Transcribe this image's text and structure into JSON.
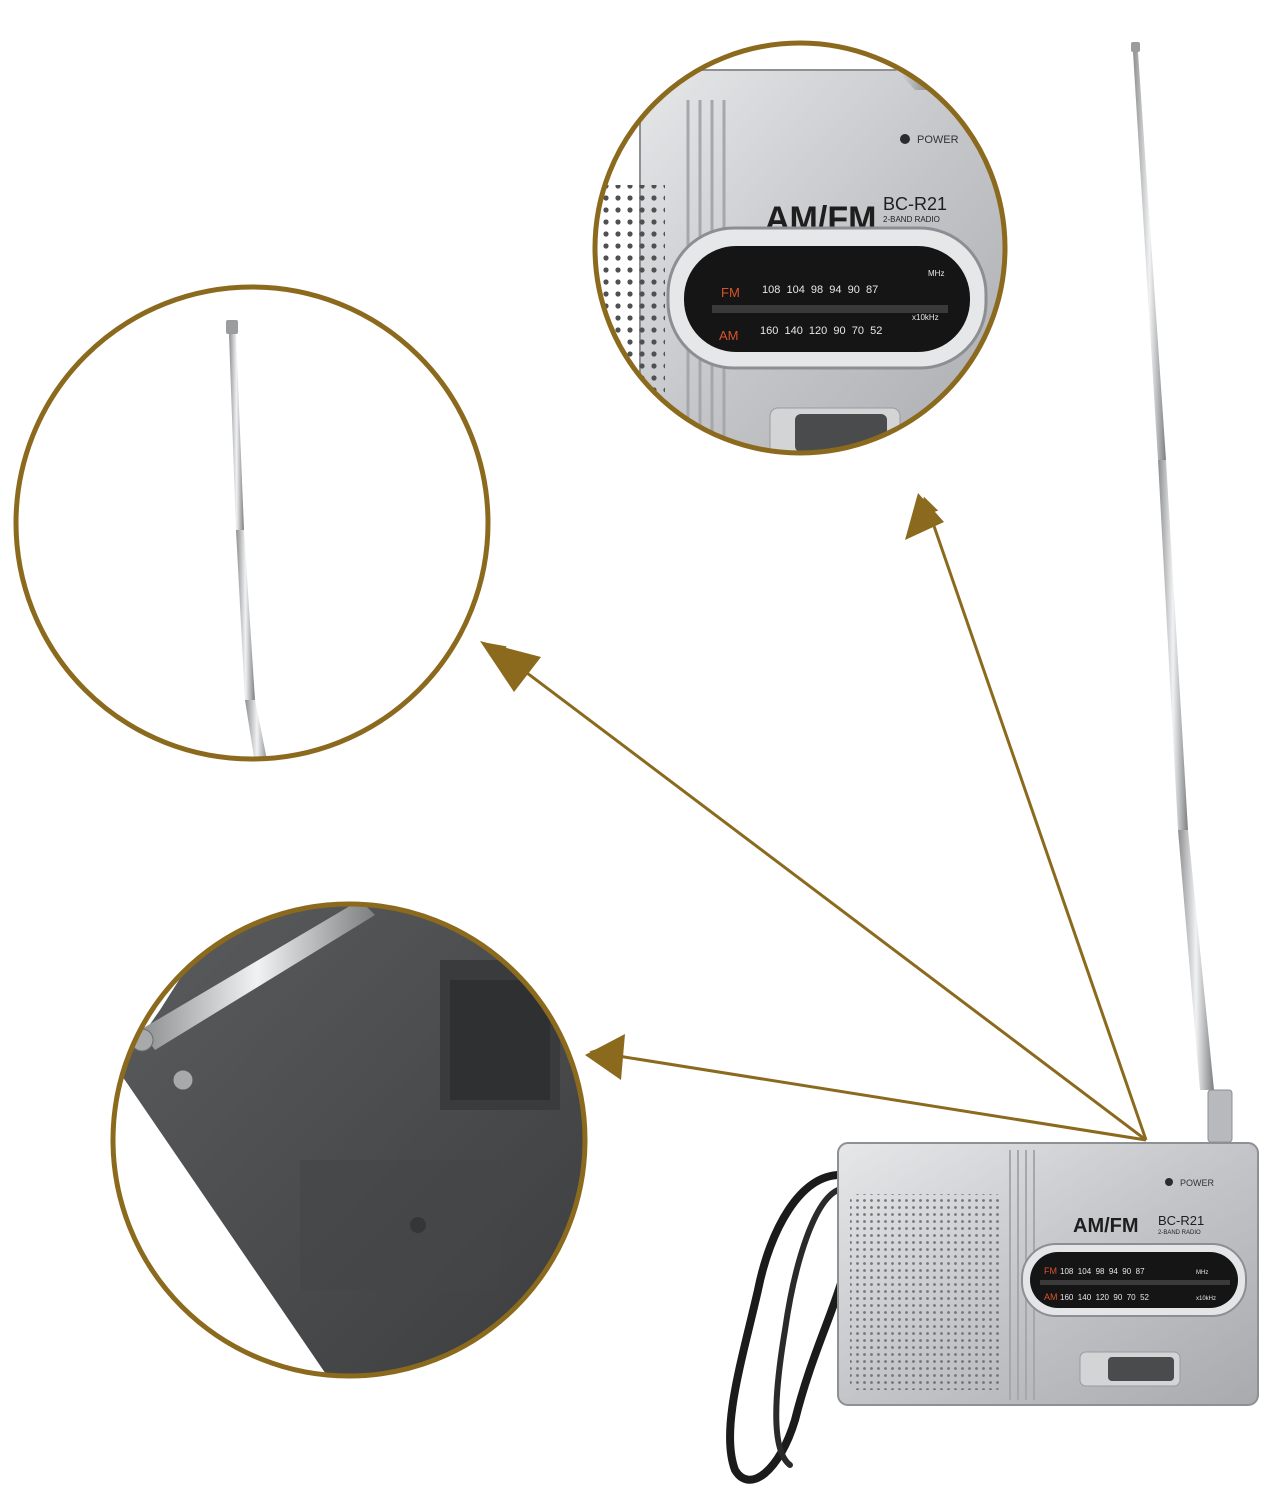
{
  "radio": {
    "brand": "AM/FM",
    "model": "BC-R21",
    "subtitle": "2-BAND RADIO",
    "power_label": "POWER",
    "fm_label": "FM",
    "am_label": "AM",
    "fm_scale": "108  104  98  94  90  87",
    "am_scale": "160  140  120  90  70  52",
    "fm_unit": "MHz",
    "am_unit": "x10kHz"
  },
  "colors": {
    "accent": "#8b6a1e",
    "band_red": "#d9532b",
    "silver": "#c9cacc",
    "dark_plastic": "#4a4b4d",
    "strap": "#1b1b1b"
  },
  "icons": [
    "antenna-icon",
    "speaker-grille-icon",
    "screw-icon",
    "switch-icon"
  ]
}
